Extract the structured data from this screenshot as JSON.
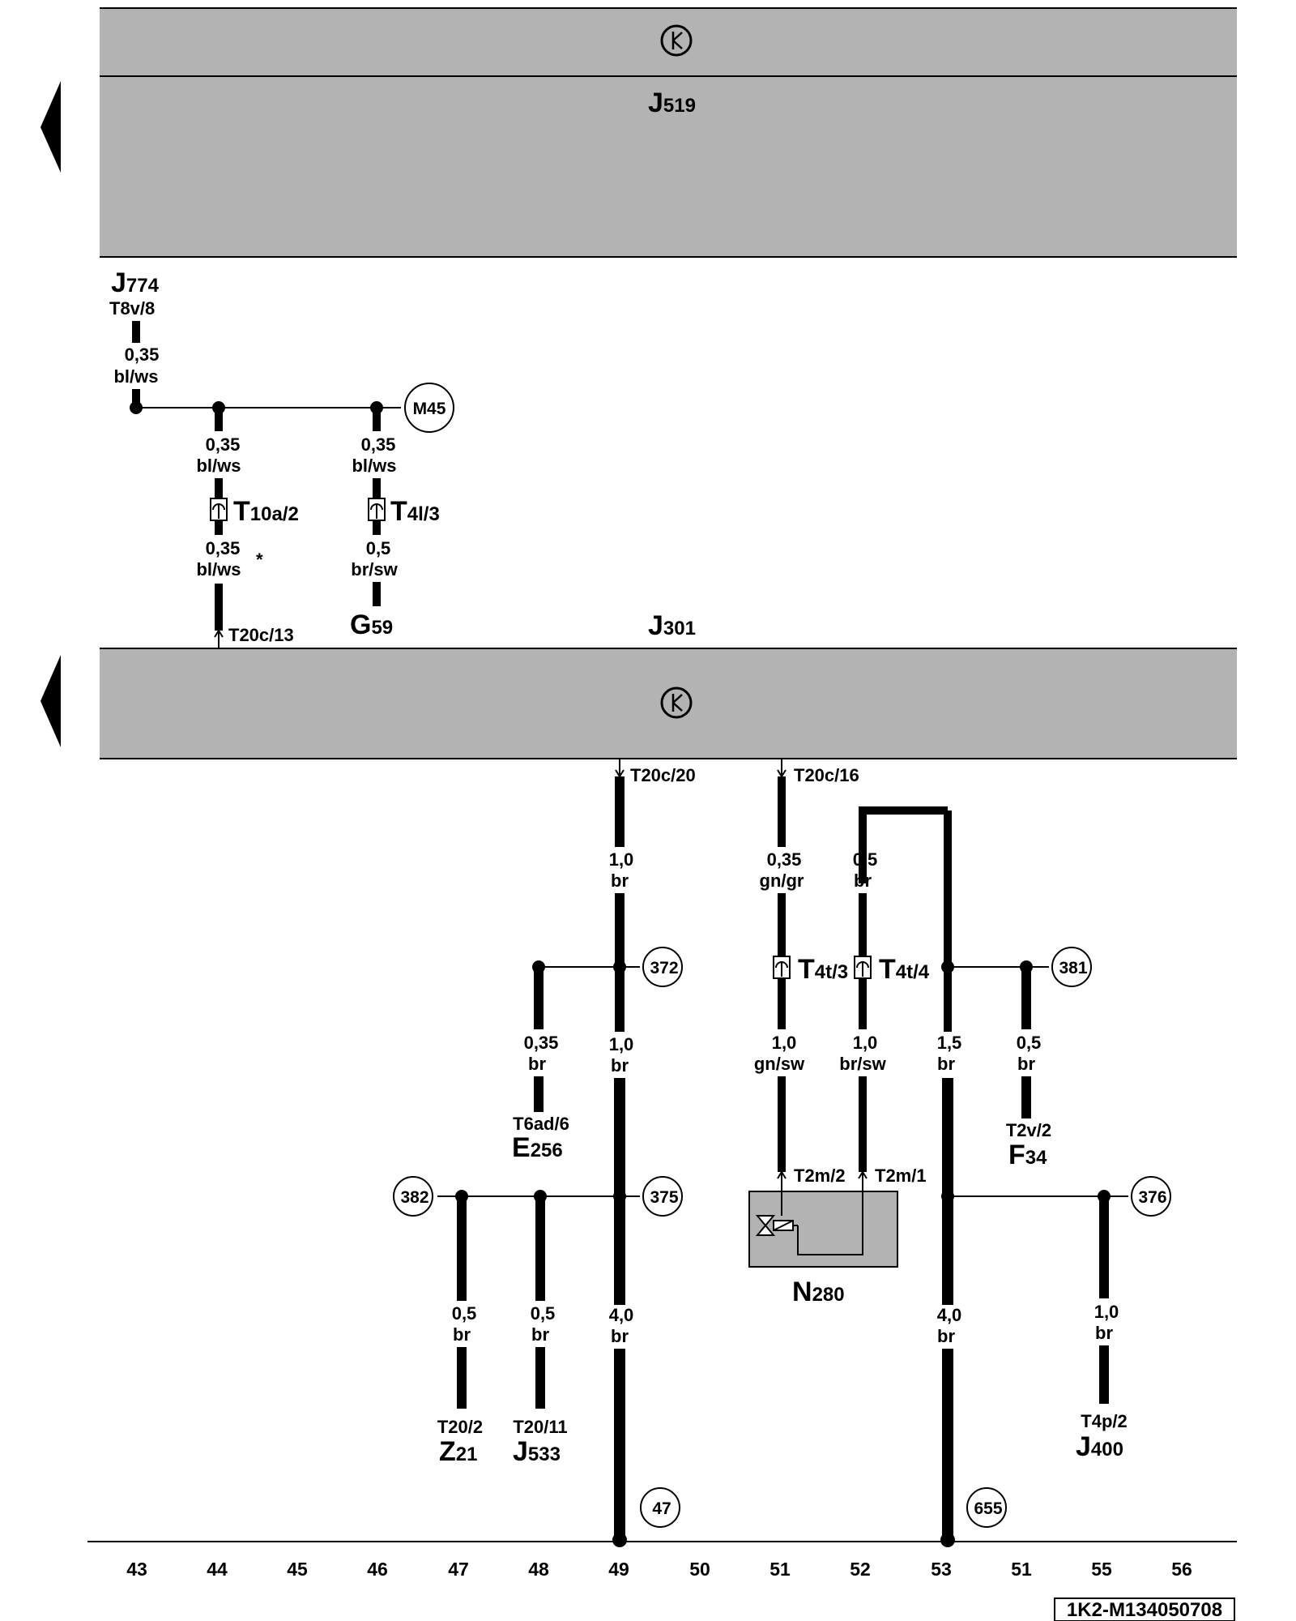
{
  "diagram_id": "1K2-M134050708",
  "modules": {
    "top": {
      "id": "J",
      "sub": "519"
    },
    "middle": {
      "id": "J",
      "sub": "301"
    }
  },
  "components": {
    "j774": {
      "main": "J",
      "sub": "774"
    },
    "g59": {
      "main": "G",
      "sub": "59"
    },
    "e256": {
      "main": "E",
      "sub": "256"
    },
    "f34": {
      "main": "F",
      "sub": "34"
    },
    "z21": {
      "main": "Z",
      "sub": "21"
    },
    "j533": {
      "main": "J",
      "sub": "533"
    },
    "j400": {
      "main": "J",
      "sub": "400"
    },
    "n280": {
      "main": "N",
      "sub": "280"
    }
  },
  "connectors": {
    "t8v8": "T8v/8",
    "t20c13": "T20c/13",
    "t20c20": "T20c/20",
    "t20c16": "T20c/16",
    "t6ad6": "T6ad/6",
    "t2v2": "T2v/2",
    "t2m2": "T2m/2",
    "t2m1": "T2m/1",
    "t20_2": "T20/2",
    "t20_11": "T20/11",
    "t4p2": "T4p/2",
    "t10a2": {
      "main": "T",
      "sub": "10a/2"
    },
    "t4l3": {
      "main": "T",
      "sub": "4l/3"
    },
    "t4t3": {
      "main": "T",
      "sub": "4t/3"
    },
    "t4t4": {
      "main": "T",
      "sub": "4t/4"
    }
  },
  "wires": [
    {
      "key": "w_j774",
      "size": "0,35",
      "color": "bl/ws"
    },
    {
      "key": "w_t10a_upper",
      "size": "0,35",
      "color": "bl/ws"
    },
    {
      "key": "w_t10a_lower",
      "size": "0,35",
      "color": "bl/ws"
    },
    {
      "key": "w_t4l_upper",
      "size": "0,35",
      "color": "bl/ws"
    },
    {
      "key": "w_t4l_lower",
      "size": "0,5",
      "color": "br/sw"
    },
    {
      "key": "w_49_top",
      "size": "1,0",
      "color": "br"
    },
    {
      "key": "w_49_mid",
      "size": "1,0",
      "color": "br"
    },
    {
      "key": "w_49_bot",
      "size": "4,0",
      "color": "br"
    },
    {
      "key": "w_e256",
      "size": "0,35",
      "color": "br"
    },
    {
      "key": "w_51_top",
      "size": "0,35",
      "color": "gn/gr"
    },
    {
      "key": "w_51_low",
      "size": "1,0",
      "color": "gn/sw"
    },
    {
      "key": "w_52_top",
      "size": "0,5",
      "color": "br"
    },
    {
      "key": "w_52_low",
      "size": "1,0",
      "color": "br/sw"
    },
    {
      "key": "w_53_mid",
      "size": "1,5",
      "color": "br"
    },
    {
      "key": "w_53_bot",
      "size": "4,0",
      "color": "br"
    },
    {
      "key": "w_f34",
      "size": "0,5",
      "color": "br"
    },
    {
      "key": "w_z21",
      "size": "0,5",
      "color": "br"
    },
    {
      "key": "w_j533",
      "size": "0,5",
      "color": "br"
    },
    {
      "key": "w_j400",
      "size": "1,0",
      "color": "br"
    }
  ],
  "references": {
    "m45": "M45",
    "r372": "372",
    "r381": "381",
    "r382": "382",
    "r375": "375",
    "r376": "376",
    "r47": "47",
    "r655": "655"
  },
  "asterisk": "*",
  "grid_numbers": [
    "43",
    "44",
    "45",
    "46",
    "47",
    "48",
    "49",
    "50",
    "51",
    "52",
    "53",
    "51",
    "55",
    "56"
  ],
  "colors": {
    "module_fill": "#b3b3b3",
    "component_fill": "#b3b3b3",
    "line": "#000000"
  }
}
